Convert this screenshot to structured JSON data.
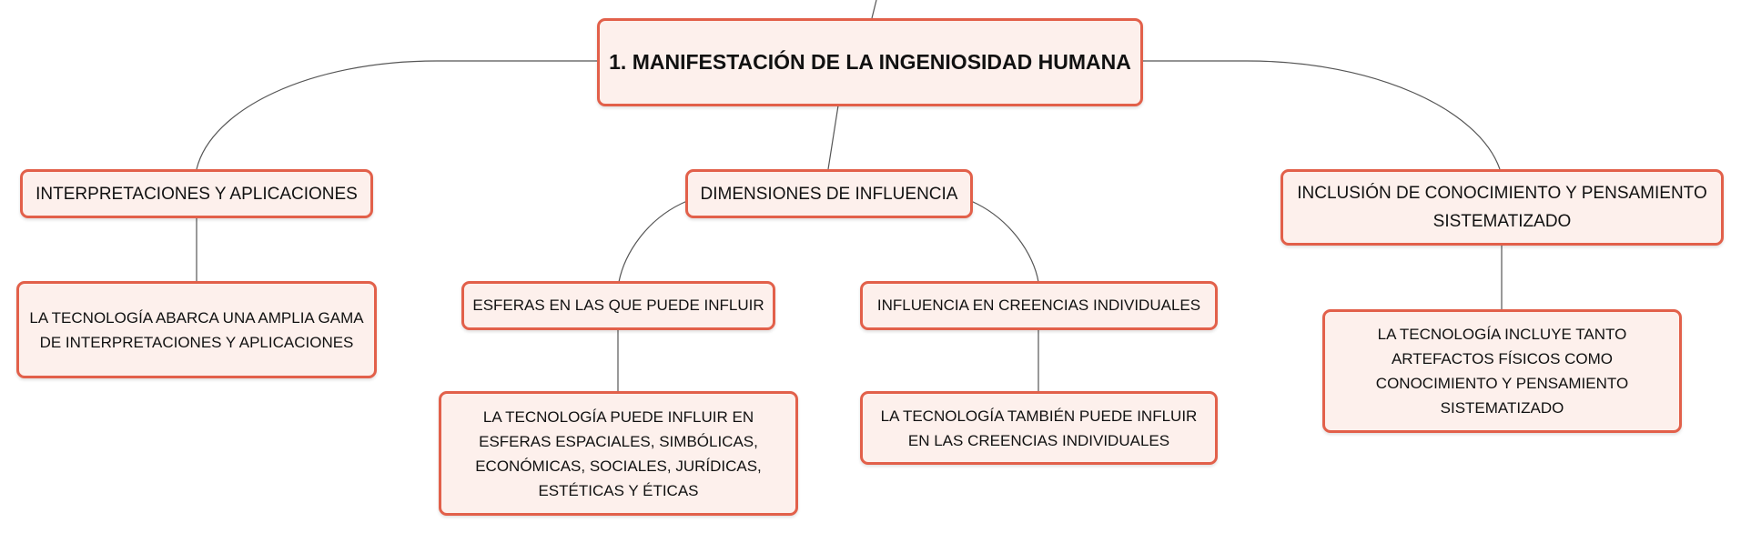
{
  "diagram": {
    "central_topic": "1. MANIFESTACIÓN DE LA INGENIOSIDAD HUMANA",
    "branches": [
      {
        "label": "INTERPRETACIONES Y APLICACIONES",
        "children": [
          {
            "label": "LA TECNOLOGÍA ABARCA UNA AMPLIA GAMA DE INTERPRETACIONES Y APLICACIONES"
          }
        ]
      },
      {
        "label": "DIMENSIONES DE INFLUENCIA",
        "children": [
          {
            "label": "ESFERAS EN LAS QUE PUEDE INFLUIR",
            "children": [
              {
                "label": "LA TECNOLOGÍA PUEDE INFLUIR EN ESFERAS ESPACIALES, SIMBÓLICAS, ECONÓMICAS, SOCIALES, JURÍDICAS, ESTÉTICAS Y ÉTICAS"
              }
            ]
          },
          {
            "label": "INFLUENCIA EN CREENCIAS INDIVIDUALES",
            "children": [
              {
                "label": "LA TECNOLOGÍA TAMBIÉN PUEDE INFLUIR EN LAS CREENCIAS INDIVIDUALES"
              }
            ]
          }
        ]
      },
      {
        "label": "INCLUSIÓN DE CONOCIMIENTO Y PENSAMIENTO SISTEMATIZADO",
        "children": [
          {
            "label": "LA TECNOLOGÍA INCLUYE TANTO ARTEFACTOS FÍSICOS COMO CONOCIMIENTO Y PENSAMIENTO SISTEMATIZADO"
          }
        ]
      }
    ]
  },
  "colors": {
    "node_border": "#e2604a",
    "node_fill": "#fdf0ec",
    "connector": "#555555",
    "text": "#111111"
  }
}
